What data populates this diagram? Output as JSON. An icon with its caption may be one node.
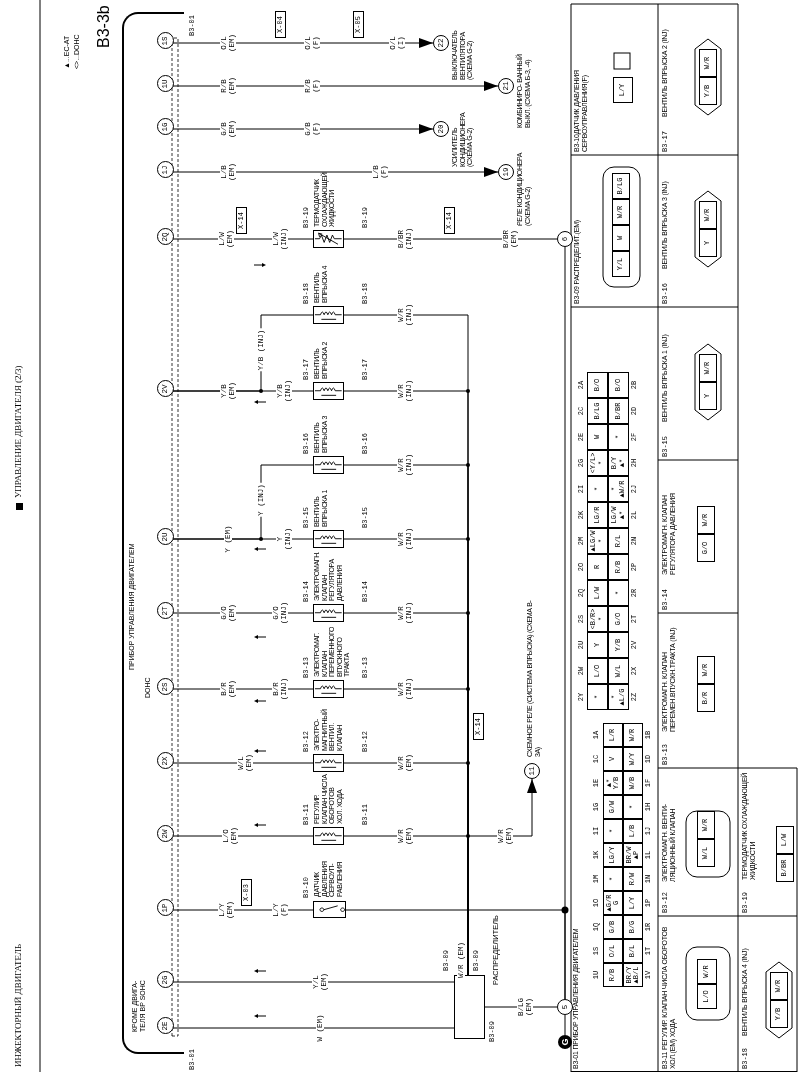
{
  "diagram": {
    "title": "УПРАВЛЕНИЕ ДВИГАТЕЛЯ (2/3)",
    "nodes": [
      {
        "text": [
          "ПРИБОР УПРАВЛЕНИЯ ДВИГАТЕЛЕМ"
        ]
      },
      {
        "text": [
          "2E"
        ],
        "in": 0
      },
      {
        "text": [
          "2G"
        ],
        "in": 0
      },
      {
        "text": [
          "1P"
        ],
        "in": 0
      },
      {
        "text": [
          "2W"
        ],
        "in": 0
      },
      {
        "text": [
          "2X"
        ],
        "in": 0
      },
      {
        "text": [
          "2S"
        ],
        "in": 0
      },
      {
        "text": [
          "2T"
        ],
        "in": 0
      },
      {
        "text": [
          "2U"
        ],
        "in": 0
      },
      {
        "text": [
          "2V"
        ],
        "in": 0
      },
      {
        "text": [
          "2Q"
        ],
        "in": 0
      },
      {
        "text": [
          "1J"
        ],
        "in": 0
      },
      {
        "text": [
          "1G"
        ],
        "in": 0
      },
      {
        "text": [
          "1U"
        ],
        "in": 0
      },
      {
        "text": [
          "1S"
        ],
        "in": 0
      },
      {
        "text": [
          "РАСПРЕДЕЛИТЕЛЬ"
        ],
        "beside": [
          "B3-09",
          "B3-09",
          "B3-09"
        ]
      },
      {
        "text": [
          "ДАТЧИК ДАВЛЕНИЯ СЕРВОУП- РАВЛЕНИЯ"
        ],
        "beside": [
          "B3-10"
        ]
      },
      {
        "text": [
          "РЕГУЛИР. КЛАПАН ЧИСЛА ОБОРОТОВ ХОЛ. ХОДА"
        ],
        "beside": [
          "B3-11",
          "B3-11"
        ]
      },
      {
        "text": [
          "ЭЛЕКТРО- МАГНИТНЫЙ ВЕНТИЛ. КЛАПАН"
        ],
        "beside": [
          "B3-12",
          "B3-12"
        ]
      },
      {
        "text": [
          "ЭЛЕКТРОМАГ. КЛАПАН ПЕРЕМЕННОГО ВПУСКНОГО ТРАКТА"
        ],
        "beside": [
          "B3-13",
          "B3-13"
        ]
      },
      {
        "text": [
          "ЭЛЕКТРОМАГН. КЛАПАН РЕГУЛЯТОРА ДАВЛЕНИЯ"
        ],
        "beside": [
          "B3-14",
          "B3-14"
        ]
      },
      {
        "text": [
          "ВЕНТИЛЬ ВПРЫСКА 1"
        ],
        "beside": [
          "B3-15",
          "B3-15"
        ]
      },
      {
        "text": [
          "ВЕНТИЛЬ ВПРЫСКА 3"
        ],
        "beside": [
          "B3-16",
          "B3-16"
        ]
      },
      {
        "text": [
          "ВЕНТИЛЬ ВПРЫСКА 2"
        ],
        "beside": [
          "B3-17",
          "B3-17"
        ]
      },
      {
        "text": [
          "ВЕНТИЛЬ ВПРЫСКА 4"
        ],
        "beside": [
          "B3-18",
          "B3-18"
        ]
      },
      {
        "text": [
          "ТЕРМОДАТЧИК ОХЛАЖДАЮЩЕЙ ЖИДКОСТИ"
        ],
        "beside": [
          "B3-19",
          "B3-19"
        ]
      },
      {
        "text": [
          "22"
        ],
        "beside": [
          "ВЫКЛЮЧАТЕЛЬ ВЕНТИЛЯТОРА (СХЕМА G-2)"
        ]
      },
      {
        "text": [
          "21"
        ],
        "beside": [
          "КОМБИНИРО- ВАННЫЙ ВЫКЛ. (СХЕМА Б-3, -4)"
        ]
      },
      {
        "text": [
          "20"
        ],
        "beside": [
          "УСИЛИТЕЛЬ КОНДИЦИОНЕРА (СХЕМА G-2)"
        ]
      },
      {
        "text": [
          "19"
        ],
        "beside": [
          "РЕЛЕ КОНДИЦИОНЕРА (СХЕМА G-2)"
        ]
      },
      {
        "text": [
          "11"
        ],
        "beside": [
          "СХЕМНОЕ РЕЛЕ (СИСТЕМА ВПРЫСКА) (СХЕМА B-3A)"
        ]
      },
      {
        "text": [
          "6"
        ]
      },
      {
        "text": [
          "5"
        ]
      },
      {
        "text": [
          "G"
        ]
      },
      {
        "text": [
          "X-03"
        ]
      },
      {
        "text": [
          "X-14"
        ]
      },
      {
        "text": [
          "X-04"
        ]
      },
      {
        "text": [
          "X-05"
        ]
      },
      {
        "text": [
          "X-14"
        ]
      },
      {
        "text": [
          "X-14"
        ]
      }
    ],
    "edges": [
      {
        "from": 1,
        "to": 15,
        "arrow": "none",
        "label": "W (EM)"
      },
      {
        "from": 2,
        "to": 15,
        "arrow": "none",
        "label": "Y/L (EM)"
      },
      {
        "from": 3,
        "to": 16,
        "arrow": "none",
        "label": "L/Y (EM)"
      },
      {
        "from": 16,
        "to": 32,
        "arrow": "none"
      },
      {
        "from": 4,
        "to": 17,
        "arrow": "none",
        "label": "L/O (EM)"
      },
      {
        "from": 5,
        "to": 18,
        "arrow": "none",
        "label": "W/L (EM)"
      },
      {
        "from": 6,
        "to": 19,
        "arrow": "none",
        "label": "B/R (EM)"
      },
      {
        "from": 7,
        "to": 20,
        "arrow": "none",
        "label": "G/O (EM)"
      },
      {
        "from": 8,
        "to": 21,
        "arrow": "none",
        "label": "Y (EM)"
      },
      {
        "from": 8,
        "to": 22,
        "arrow": "none",
        "label": "Y (INJ)"
      },
      {
        "from": 9,
        "to": 23,
        "arrow": "none",
        "label": "Y/B (EM)"
      },
      {
        "from": 9,
        "to": 24,
        "arrow": "none",
        "label": "Y/B (INJ)"
      },
      {
        "from": 10,
        "to": 25,
        "arrow": "none",
        "label": "L/W (EM)"
      },
      {
        "from": 25,
        "to": 31,
        "arrow": "none",
        "label": "B/BR (INJ)"
      },
      {
        "from": 11,
        "to": 29,
        "arrow": "to",
        "label": "L/B (EM)"
      },
      {
        "from": 12,
        "to": 28,
        "arrow": "to",
        "label": "G/B (EM)"
      },
      {
        "from": 13,
        "to": 27,
        "arrow": "to",
        "label": "R/B (EM)"
      },
      {
        "from": 14,
        "to": 26,
        "arrow": "to",
        "label": "O/L (EM)"
      },
      {
        "from": 17,
        "to": 15,
        "arrow": "none",
        "label": "W/R (EM)"
      },
      {
        "from": 18,
        "to": 15,
        "arrow": "none",
        "label": "W/R (EM)"
      },
      {
        "from": 19,
        "to": 15,
        "arrow": "none",
        "label": "W/R (INJ)"
      },
      {
        "from": 20,
        "to": 15,
        "arrow": "none",
        "label": "W/R (INJ)"
      },
      {
        "from": 21,
        "to": 15,
        "arrow": "none",
        "label": "W/R (INJ)"
      },
      {
        "from": 22,
        "to": 15,
        "arrow": "none",
        "label": "W/R (INJ)"
      },
      {
        "from": 23,
        "to": 15,
        "arrow": "none",
        "label": "W/R (INJ)"
      },
      {
        "from": 24,
        "to": 15,
        "arrow": "none",
        "label": "W/R (INJ)"
      },
      {
        "from": 15,
        "to": 30,
        "arrow": "to",
        "label": "W/R (EM)"
      },
      {
        "from": 31,
        "to": 32,
        "arrow": "none"
      },
      {
        "from": 32,
        "to": 33,
        "arrow": "none"
      },
      {
        "from": 15,
        "to": 32,
        "arrow": "none",
        "label": "B/LG (EM)"
      }
    ],
    "labels": [
      "ИНЖЕКТОРНЫЙ ДВИГАТЕЛЬ",
      "▲...EC-AT",
      "<>...DOHC",
      "B3-3b",
      "КРОМЕ ДВИГА- ТЕЛЯ BP SOHC",
      "DOHC",
      "B3-01",
      "B3-01",
      "L/Y (F)",
      "B/R (INJ)",
      "G/O (INJ)",
      "Y (INJ)",
      "Y/B (INJ)",
      "L/W (INJ)",
      "L/B (F)",
      "G/B (F)",
      "R/B (F)",
      "O/L (F)",
      "O/L (I)",
      "B/BR (EM)",
      "W/R (EM)",
      "B3-01 ПРИБОР УПРАВЛЕНИЯ ДВИГАТЕЛЕМ",
      "1U",
      "1S",
      "1Q",
      "1O",
      "1M",
      "1K",
      "1I",
      "1G",
      "1E",
      "1C",
      "1A",
      "R/B",
      "O/L",
      "G/B",
      "▲G/R G",
      "*",
      "LG/Y",
      "*",
      "G/W",
      "▲* Y/B",
      "V",
      "L/R",
      "BR/Y ▲B/L",
      "B/L",
      "B/G",
      "L/Y",
      "R/W",
      "BR/W ▲P",
      "L/B",
      "*",
      "W/B",
      "W/Y",
      "W/R",
      "1V",
      "1T",
      "1R",
      "1P",
      "1N",
      "1L",
      "1J",
      "1H",
      "1F",
      "1D",
      "1B",
      "2Y",
      "2W",
      "2U",
      "2S",
      "2Q",
      "2O",
      "2M",
      "2K",
      "2I",
      "2G",
      "2E",
      "2C",
      "2A",
      "*",
      "L/O",
      "Y",
      "<B/R> *",
      "L/W",
      "R",
      "▲LG/W *",
      "LG/R",
      "*",
      "<Y/L> *",
      "W",
      "B/LG",
      "B/O",
      "* ▲L/G",
      "W/L",
      "Y/B",
      "G/O",
      "*",
      "R/B",
      "R/L",
      "LG/W ▲*",
      "* ▲W/R",
      "B/Y ▲*",
      "*",
      "B/BR",
      "B/O",
      "2Z",
      "2X",
      "2V",
      "2T",
      "2R",
      "2P",
      "2N",
      "2L",
      "2J",
      "2H",
      "2F",
      "2D",
      "2B",
      "B3-09 РАСПРЕДЕЛИТ.(EM)",
      "Y/L",
      "W",
      "W/R",
      "B/LG",
      "B3-10ДАТЧИК ДАВЛЕНИЯ СЕРВОУПРАВЛЕНИЯ(F)",
      "L/Y",
      "B3-11 РЕГУЛИР. КЛАПАН ЧИСЛА ОБОРОТОВ ХОЛ.(EM) ХОДА",
      "L/O",
      "W/R",
      "B3-12",
      "ЭЛЕКТРОМАГН. ВЕНТИ- ЛЯЦИОННЫЙ КЛАПАН",
      "W/L",
      "W/R",
      "B3-13",
      "ЭЛЕКТРОМАГН. КЛАПАН ПЕРЕМЕН.ВПУСКН.ТРАКТА (INJ)",
      "B/R",
      "W/R",
      "B3-14",
      "ЭЛЕКТРОМАГН. КЛАПАН РЕГУЛЯТОРА ДАВЛЕНИЯ",
      "G/O",
      "W/R",
      "B3-15",
      "ВЕНТИЛЬ ВПРЫСКА 1 (INJ)",
      "Y",
      "W/R",
      "B3-16",
      "ВЕНТИЛЬ ВПРЫСКА 3 (INJ)",
      "Y",
      "W/R",
      "B3-17",
      "ВЕНТИЛЬ ВПРЫСКА 2 (INJ)",
      "Y/B",
      "W/R",
      "B3-18",
      "ВЕНТИЛЬ ВПРЫСКА 4 (INJ)",
      "Y/B",
      "W/R",
      "B3-19",
      "ТЕРМОДАТЧИК ОХЛАЖДАЮЩЕЙ ЖИДКОСТИ",
      "B/BR",
      "L/W"
    ]
  }
}
